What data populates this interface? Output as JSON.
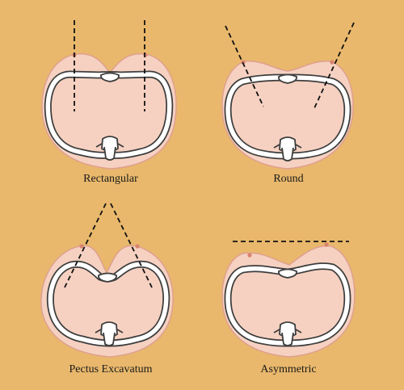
{
  "panels": [
    {
      "id": "rectangular",
      "label": "Rectangular"
    },
    {
      "id": "round",
      "label": "Round"
    },
    {
      "id": "pectus-excavatum",
      "label": "Pectus Excavatum"
    },
    {
      "id": "asymmetric",
      "label": "Asymmetric"
    }
  ],
  "colors": {
    "background": "#e9b86c",
    "skin": "#f6d1c1",
    "skin_outline": "#dfa090",
    "rib": "#ffffff",
    "rib_outline": "#3d3d3d",
    "nipple": "#d9836f",
    "guide_line": "#111111"
  }
}
